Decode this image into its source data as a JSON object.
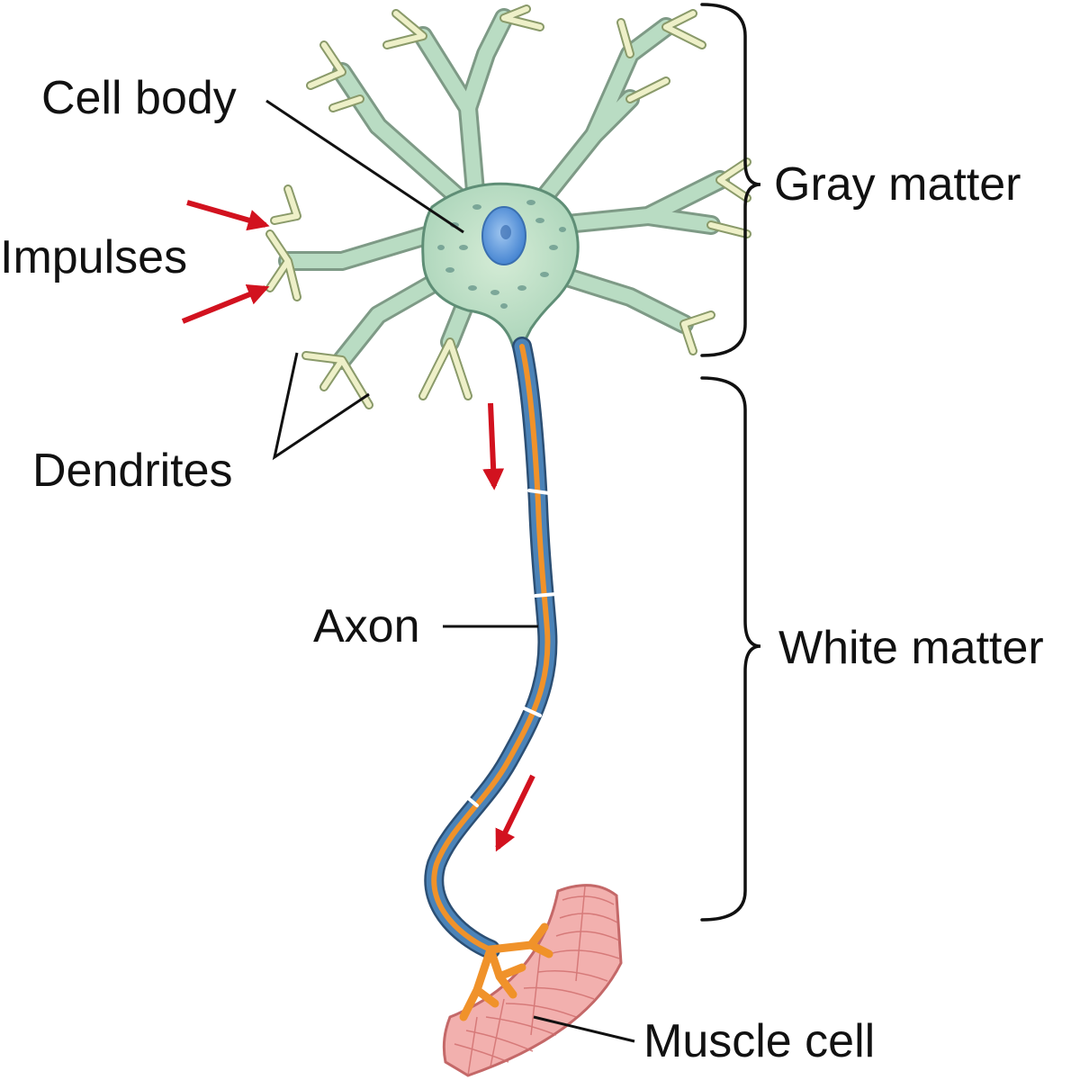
{
  "labels": {
    "cell_body": "Cell body",
    "impulses": "Impulses",
    "dendrites": "Dendrites",
    "axon": "Axon",
    "gray_matter": "Gray matter",
    "white_matter": "White matter",
    "muscle_cell": "Muscle cell"
  },
  "colors": {
    "soma": "#b9dcc3",
    "soma_outline": "#5f8e76",
    "nucleus": "#4f8fd8",
    "dendrite_tip": "#eef0c8",
    "myelin": "#4b83b8",
    "axon_core": "#f0922a",
    "muscle": "#f2b0ae",
    "muscle_lines": "#d06d6d",
    "arrow": "#d2121f",
    "line": "#111111"
  }
}
